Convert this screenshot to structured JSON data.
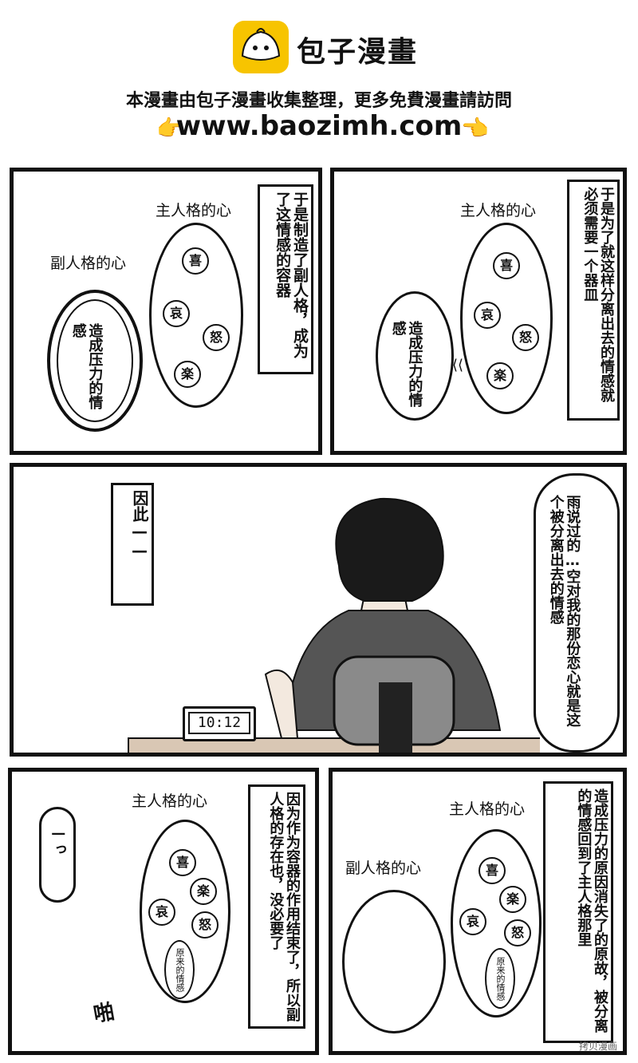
{
  "header": {
    "brand": "包子漫畫",
    "notice": "本漫畫由包子漫畫收集整理，更多免費漫畫請訪問",
    "url": "www.baozimh.com"
  },
  "panel1": {
    "label_main": "主人格的心",
    "label_sub": "副人格的心",
    "emotions": [
      "喜",
      "哀",
      "怒",
      "楽"
    ],
    "sub_text": "造成压力的情感",
    "narration": "于是制造了副人格，成为了这情感的容器"
  },
  "panel2": {
    "label_main": "主人格的心",
    "emotions": [
      "喜",
      "哀",
      "怒",
      "楽"
    ],
    "sub_text": "造成压力的情感",
    "narration": "于是为了就这样分离出去的情感就必须需要一个器皿"
  },
  "panel3": {
    "narration": "因此——",
    "speech": "雨说过的…空对我的那份恋心就是这个被分离出去的情感",
    "clock": "10:12"
  },
  "panel4": {
    "label_main": "主人格的心",
    "emotions": [
      "喜",
      "楽",
      "哀",
      "怒"
    ],
    "origin": "原来的情感",
    "gasp": "—っ",
    "sfx": "啪",
    "narration": "因为作为容器的作用结束了，所以副人格的存在也，没必要了"
  },
  "panel5": {
    "label_main": "主人格的心",
    "label_sub": "副人格的心",
    "emotions": [
      "喜",
      "楽",
      "哀",
      "怒"
    ],
    "origin": "原来的情感",
    "narration": "造成压力的原因消失了的原故，被分离的情感回到了主人格那里"
  },
  "watermark": "拷贝漫画"
}
